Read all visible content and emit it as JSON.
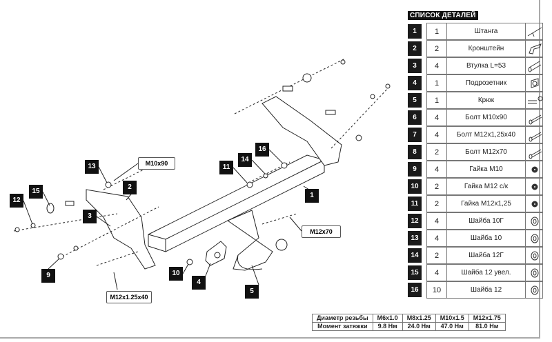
{
  "callouts": {
    "c1": "1",
    "c2": "2",
    "c3": "3",
    "c4": "4",
    "c5": "5",
    "c9": "9",
    "c10": "10",
    "c11": "11",
    "c12": "12",
    "c13": "13",
    "c14": "14",
    "c15": "15",
    "c16": "16"
  },
  "tags": {
    "m10x90": "M10x90",
    "m12x70": "M12x70",
    "m12x125x40": "M12x1.25x40"
  },
  "parts_list": {
    "title": "СПИСОК ДЕТАЛЕЙ",
    "rows": [
      {
        "num": "1",
        "qty": "1",
        "name": "Штанга",
        "icon": "bar-icon"
      },
      {
        "num": "2",
        "qty": "2",
        "name": "Кронштейн",
        "icon": "bracket-icon"
      },
      {
        "num": "3",
        "qty": "4",
        "name": "Втулка L=53",
        "icon": "sleeve-icon"
      },
      {
        "num": "4",
        "qty": "1",
        "name": "Подрозетник",
        "icon": "socket-plate-icon"
      },
      {
        "num": "5",
        "qty": "1",
        "name": "Крюк",
        "icon": "hook-icon"
      },
      {
        "num": "6",
        "qty": "4",
        "name": "Болт М10х90",
        "icon": "bolt-icon"
      },
      {
        "num": "7",
        "qty": "4",
        "name": "Болт М12х1,25х40",
        "icon": "bolt-icon"
      },
      {
        "num": "8",
        "qty": "2",
        "name": "Болт М12х70",
        "icon": "bolt-icon"
      },
      {
        "num": "9",
        "qty": "4",
        "name": "Гайка М10",
        "icon": "nut-icon"
      },
      {
        "num": "10",
        "qty": "2",
        "name": "Гайка М12 с/к",
        "icon": "nut-icon"
      },
      {
        "num": "11",
        "qty": "2",
        "name": "Гайка М12х1,25",
        "icon": "nut-icon"
      },
      {
        "num": "12",
        "qty": "4",
        "name": "Шайба 10Г",
        "icon": "washer-icon"
      },
      {
        "num": "13",
        "qty": "4",
        "name": "Шайба 10",
        "icon": "washer-icon"
      },
      {
        "num": "14",
        "qty": "2",
        "name": "Шайба 12Г",
        "icon": "washer-icon"
      },
      {
        "num": "15",
        "qty": "4",
        "name": "Шайба 12 увел.",
        "icon": "washer-icon"
      },
      {
        "num": "16",
        "qty": "10",
        "name": "Шайба 12",
        "icon": "washer-icon"
      }
    ]
  },
  "torque_table": {
    "headers": [
      "Диаметр резьбы",
      "M6x1.0",
      "M8x1.25",
      "M10x1.5",
      "M12x1.75"
    ],
    "row": [
      "Момент затяжки",
      "9.8 Нм",
      "24.0 Нм",
      "47.0 Нм",
      "81.0 Нм"
    ]
  }
}
